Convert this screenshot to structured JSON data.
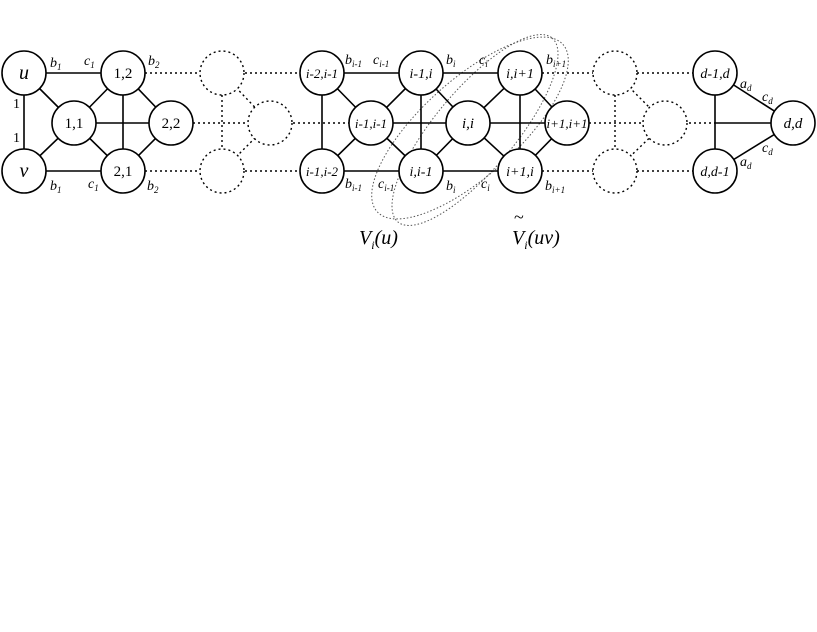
{
  "diagram": {
    "nodes": {
      "u": "u",
      "v": "v",
      "n11": "1,1",
      "n12": "1,2",
      "n21": "2,1",
      "n22": "2,2",
      "a1": "i-2,i-1",
      "a2": "i-1,i",
      "a3": "i,i+1",
      "b1": "i-1,i-1",
      "b2": "i,i",
      "b3": "i+1,i+1",
      "c1": "i-1,i-2",
      "c2": "i,i-1",
      "c3": "i+1,i",
      "d1": "d-1,d",
      "d2": "d,d",
      "d3": "d,d-1"
    },
    "weights": {
      "uv_top": "1",
      "uv_bottom": "1",
      "b1_top": "b",
      "b1_top_sub": "1",
      "c1_top": "c",
      "c1_top_sub": "1",
      "b1_bot": "b",
      "b1_bot_sub": "1",
      "c1_bot": "c",
      "c1_bot_sub": "1",
      "b2_top": "b",
      "b2_top_sub": "2",
      "b2_bot": "b",
      "b2_bot_sub": "2",
      "bim1_top": "b",
      "bim1_top_sub": "i-1",
      "cim1_top": "c",
      "cim1_top_sub": "i-1",
      "bi_top": "b",
      "bi_top_sub": "i",
      "ci_top": "c",
      "ci_top_sub": "i",
      "bip1_top": "b",
      "bip1_top_sub": "i+1",
      "bim1_bot": "b",
      "bim1_bot_sub": "i-1",
      "cim1_bot": "c",
      "cim1_bot_sub": "i-1",
      "bi_bot": "b",
      "bi_bot_sub": "i",
      "ci_bot": "c",
      "ci_bot_sub": "i",
      "bip1_bot": "b",
      "bip1_bot_sub": "i+1",
      "ad_top": "a",
      "ad_top_sub": "d",
      "cd_top": "c",
      "cd_top_sub": "d",
      "ad_bot": "a",
      "ad_bot_sub": "d",
      "cd_bot": "c",
      "cd_bot_sub": "d"
    },
    "sets": {
      "vi_u_main": "V",
      "vi_u_sub": "i",
      "vi_u_arg": "(u)",
      "vt_uv_main": "V",
      "vt_uv_tilde": "~",
      "vt_uv_sub": "i",
      "vt_uv_arg": "(uv)"
    }
  }
}
